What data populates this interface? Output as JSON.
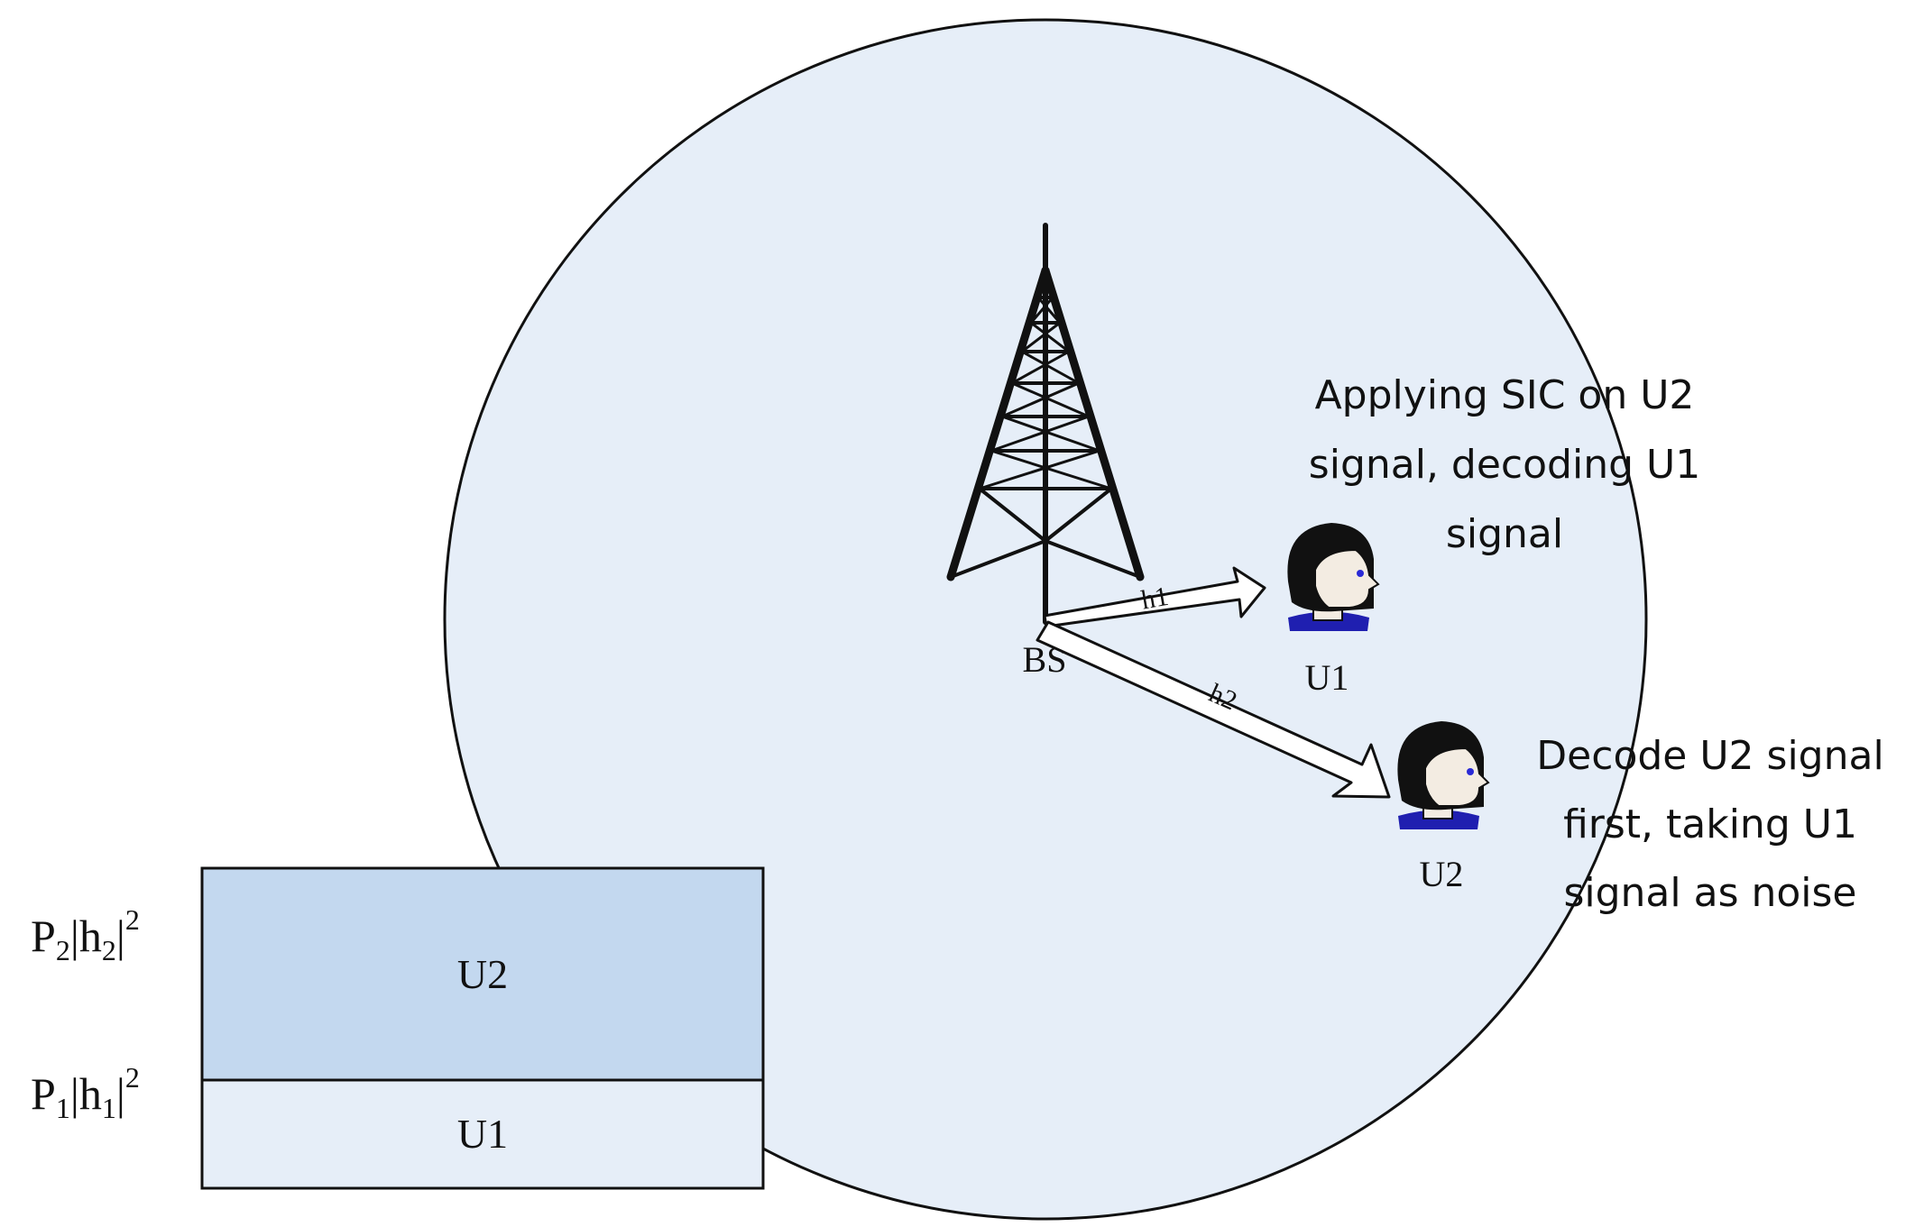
{
  "base_station": {
    "label": "BS"
  },
  "links": [
    {
      "label": "h1"
    },
    {
      "label": "h2"
    }
  ],
  "users": [
    {
      "label": "U1",
      "note_lines": [
        "Applying SIC on U2",
        "signal, decoding U1",
        "signal"
      ]
    },
    {
      "label": "U2",
      "note_lines": [
        "Decode U2 signal",
        "first, taking U1",
        "signal as noise"
      ]
    }
  ],
  "power_stack": {
    "upper": {
      "label": "U2",
      "level_symbol": "P",
      "level_sub": "2",
      "gain_symbol": "h",
      "gain_sub": "2",
      "exp": "2"
    },
    "lower": {
      "label": "U1",
      "level_symbol": "P",
      "level_sub": "1",
      "gain_symbol": "h",
      "gain_sub": "1",
      "exp": "2"
    }
  },
  "colors": {
    "cell_fill": "#e6eef8",
    "upper_block": "#c3d8ef",
    "lower_block": "#e6eef8",
    "hair": "#111111",
    "skin": "#f3ece2",
    "shirt": "#1f1fb0",
    "eye": "#2a2ad6"
  },
  "icons": [
    "tower-icon",
    "user-icon"
  ]
}
